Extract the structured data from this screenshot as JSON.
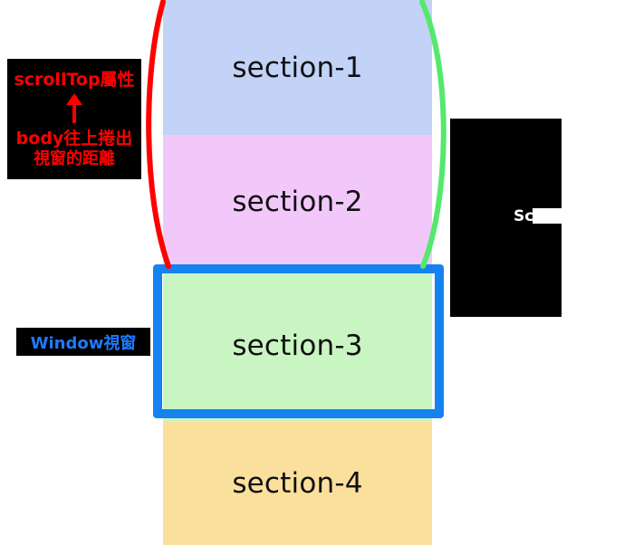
{
  "diagram": {
    "title": "scrollTop diagram",
    "background_color": "#ffffff",
    "sections": [
      {
        "label": "section-1",
        "color": "#c3d2f7"
      },
      {
        "label": "section-2",
        "color": "#f2c8fb"
      },
      {
        "label": "section-3",
        "color": "#c9f5c2"
      },
      {
        "label": "section-4",
        "color": "#fbdf9c"
      }
    ],
    "viewport_frame": {
      "name": "window-viewport-frame",
      "color": "#1482f0",
      "highlights_section": "section-3"
    },
    "arcs": [
      {
        "name": "scrolled-out-brace",
        "color": "#ff0000",
        "side": "left"
      },
      {
        "name": "scroll-height-brace",
        "color": "#55e86e",
        "side": "right"
      }
    ],
    "callouts": {
      "scroll_top": {
        "name": "scrollTop-callout",
        "background": "#000000",
        "text_color": "#ff0000",
        "line1": "scrollTop屬性",
        "arrow_icon": "up-arrow-icon",
        "line2": "body往上捲出",
        "line3": "視窗的距離"
      },
      "window": {
        "name": "window-callout",
        "background": "#000000",
        "text_color": "#1e7afd",
        "line1": "Window視窗"
      },
      "scroll_height": {
        "name": "scrollHeight-callout",
        "background": "#000000",
        "text_color": "#ffffff",
        "line1": "Sc"
      }
    }
  }
}
